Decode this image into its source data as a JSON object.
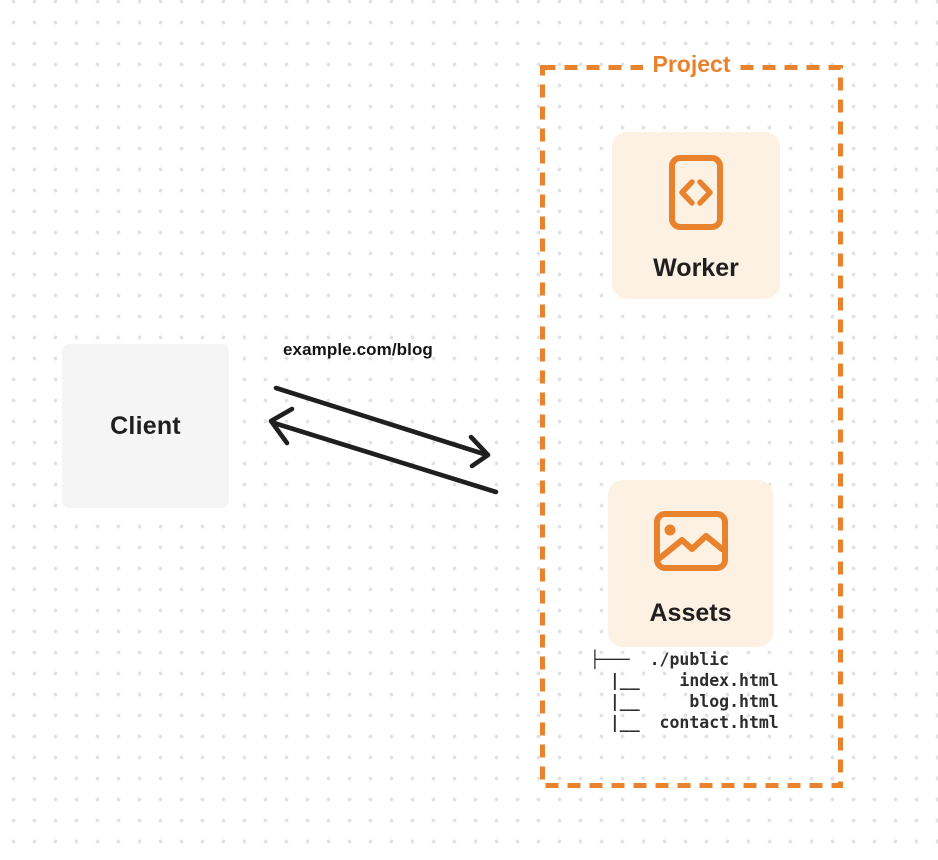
{
  "client": {
    "label": "Client"
  },
  "request_arrow": {
    "label": "example.com/blog"
  },
  "project": {
    "title": "Project",
    "worker": {
      "label": "Worker",
      "icon": "code-file-icon"
    },
    "assets": {
      "label": "Assets",
      "icon": "image-icon",
      "file_tree": [
        "├───  ./public",
        "  |__    index.html",
        "  |__     blog.html",
        "  |__  contact.html"
      ]
    }
  },
  "colors": {
    "accent_orange": "#E8822D",
    "card_background": "#FDF1E3",
    "client_background": "#F5F5F6",
    "text_dark": "#1F1F1F",
    "arrow": "#1F1F1F",
    "grid_dot": "#E3E3E6"
  }
}
